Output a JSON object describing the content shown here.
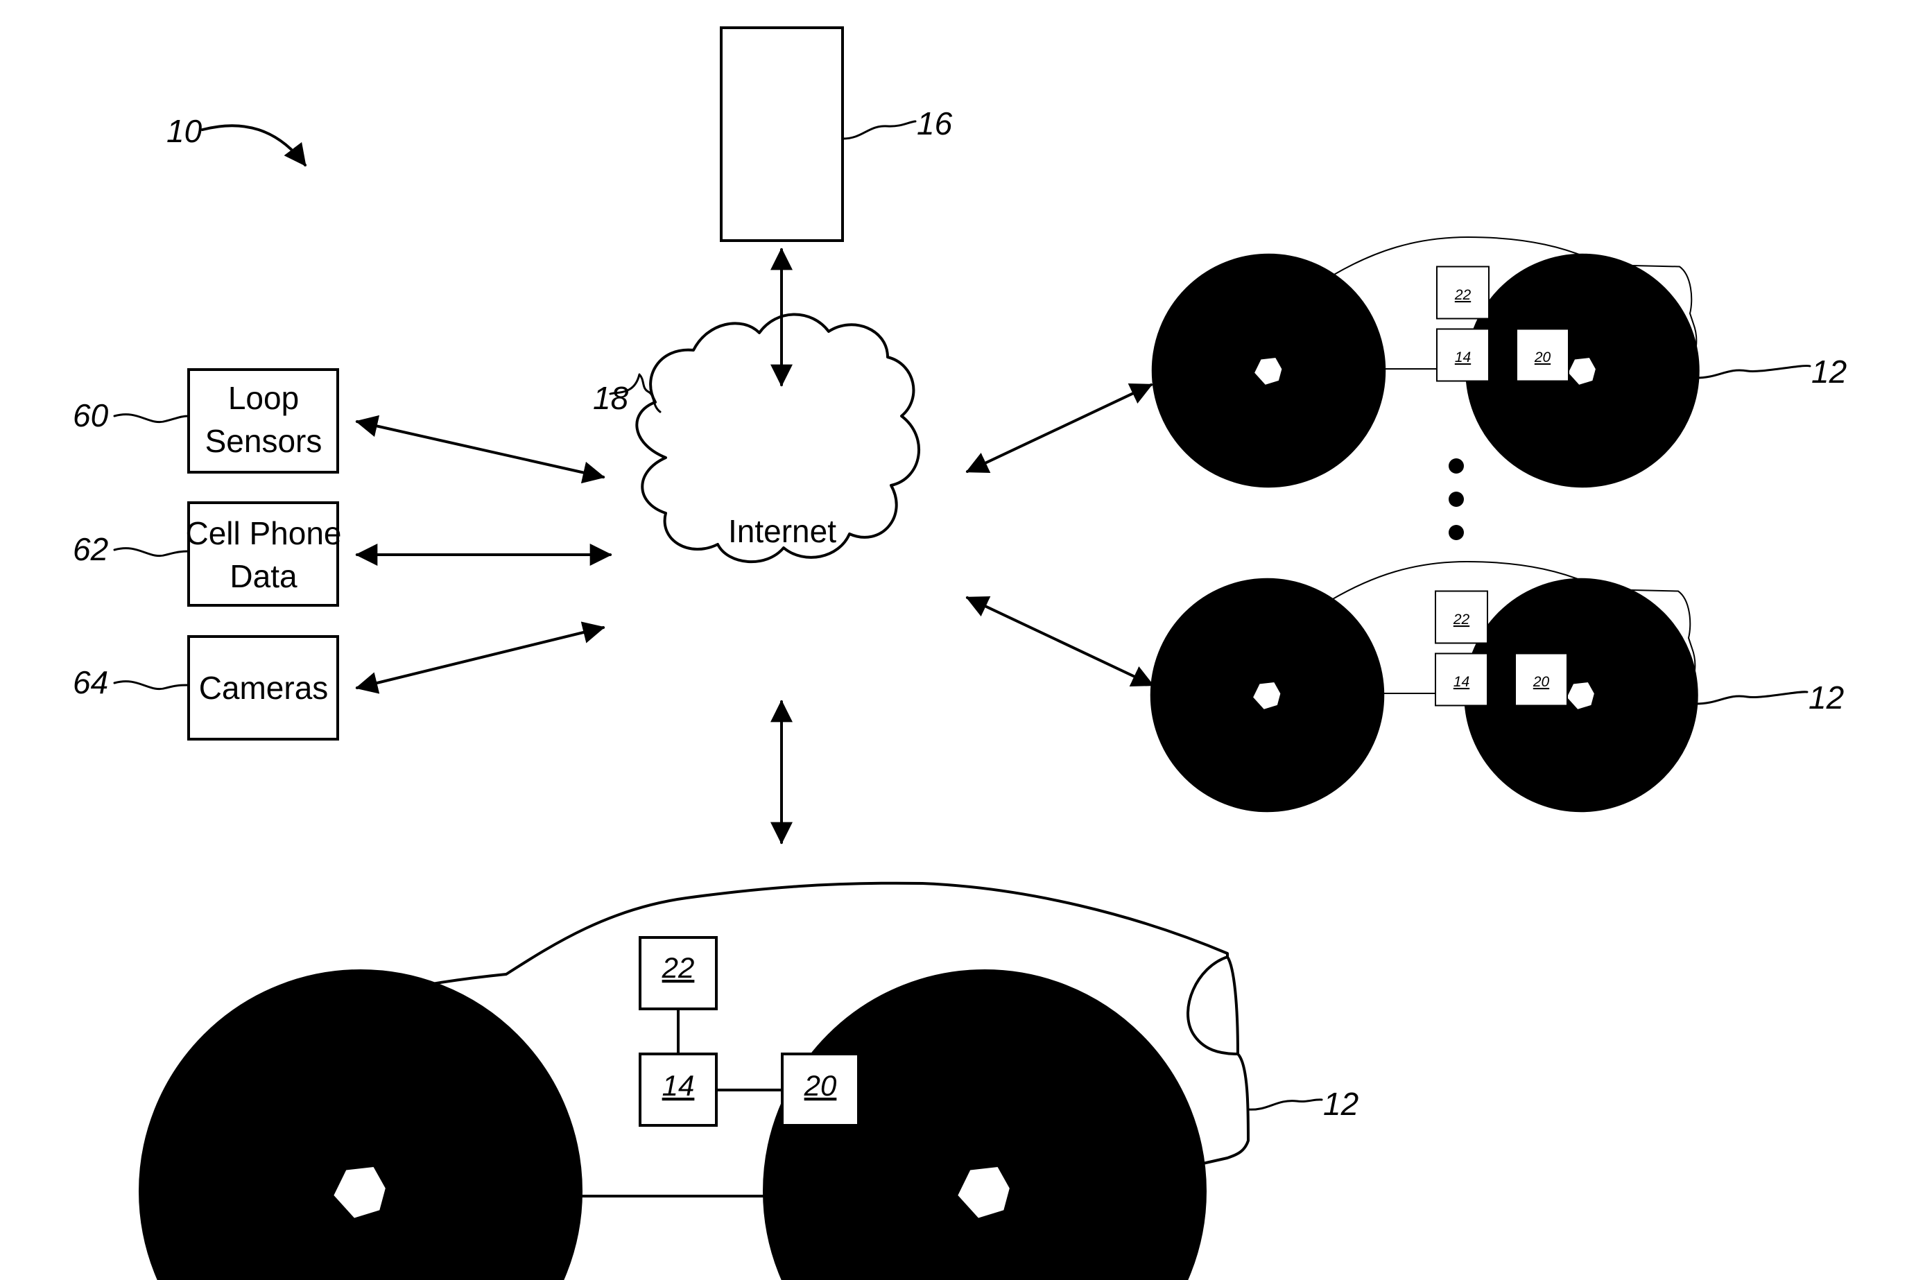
{
  "refs": {
    "system": "10",
    "server": "16",
    "internet": "18",
    "loop_sensors": "60",
    "cell_phone_data": "62",
    "cameras": "64",
    "vehicle_top": "12",
    "vehicle_middle": "12",
    "vehicle_bottom": "12"
  },
  "sources": {
    "loop_sensors": [
      "Loop",
      "Sensors"
    ],
    "cell_phone_data": [
      "Cell Phone",
      "Data"
    ],
    "cameras": "Cameras"
  },
  "network": {
    "label": "Internet"
  },
  "vehicle_components": {
    "top": [
      "22",
      "14",
      "20"
    ],
    "middle": [
      "22",
      "14",
      "20"
    ],
    "bottom": [
      "22",
      "14",
      "20"
    ]
  }
}
